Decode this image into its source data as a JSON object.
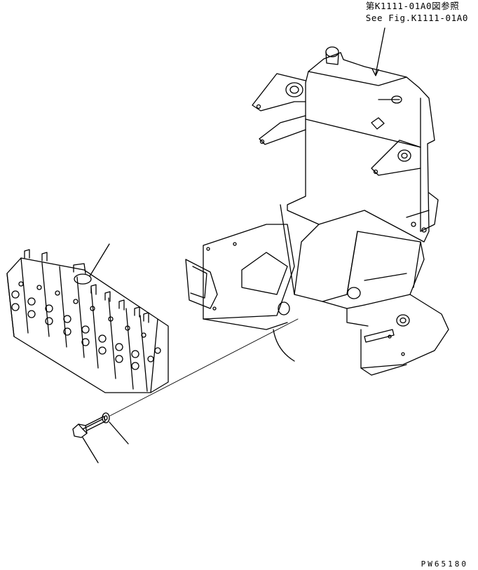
{
  "reference_note": {
    "line_jp": "第K1111-01A0図参照",
    "line_en": "See Fig.K1111-01A0"
  },
  "drawing_id": "PW65180"
}
